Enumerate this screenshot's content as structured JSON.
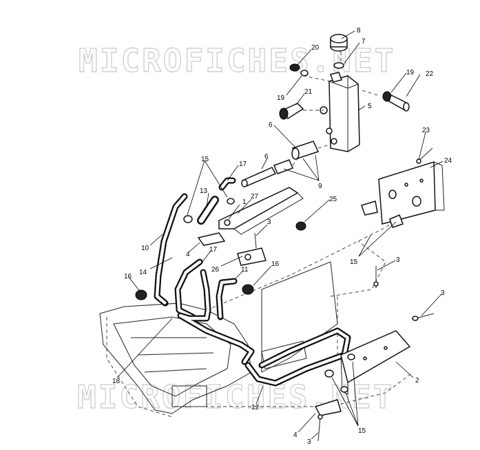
{
  "watermark": {
    "top": "MICROFICHES.NET",
    "bottom": "MICROFICHES.NET"
  },
  "callouts": {
    "n8": "8",
    "n7": "7",
    "n20": "20",
    "n19a": "19",
    "n19b": "19",
    "n22": "22",
    "n21": "21",
    "n5": "5",
    "n6a": "6",
    "n6b": "6",
    "n9": "9",
    "n23": "23",
    "n24": "24",
    "n15a": "15",
    "n17a": "17",
    "n13": "13",
    "n1": "1",
    "n27": "27",
    "n25": "25",
    "n3a": "3",
    "n10": "10",
    "n4a": "4",
    "n17b": "17",
    "n14": "14",
    "n26": "26",
    "n11": "11",
    "n16a": "16",
    "n16b": "16",
    "n15b": "15",
    "n3b": "3",
    "n3c": "3",
    "n18": "18",
    "n2": "2",
    "n12": "12",
    "n15c": "15",
    "n4b": "4",
    "n3d": "3"
  }
}
